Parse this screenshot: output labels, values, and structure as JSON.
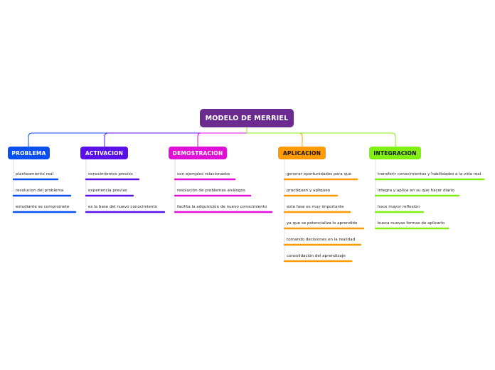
{
  "root": {
    "label": "MODELO DE MERRIEL",
    "color": "#6b2a8f"
  },
  "branches": [
    {
      "key": "problema",
      "label": "PROBLEMA",
      "color": "#0a4ff0",
      "items": [
        "planteamiento real",
        "resolucion del problema",
        "estudiante se compromete"
      ]
    },
    {
      "key": "activacion",
      "label": "ACTIVACION",
      "color": "#5a10e8",
      "items": [
        "conocimientos previos",
        "experiencia previas",
        "es la base del nuevo conocimiento"
      ]
    },
    {
      "key": "demostracion",
      "label": "DEMOSTRACION",
      "color": "#e010d8",
      "items": [
        "con ejemplos relacionados",
        "resolución de problemas análogos",
        "facilita la adquisición de nuevo conocimiento"
      ]
    },
    {
      "key": "aplicacion",
      "label": "APLICACION",
      "color": "#ff9a00",
      "items": [
        "generar oportunidades para que",
        "practiquen y apliquen",
        "esta fase es muy importante",
        "ya que se potencializa lo aprendido",
        "tomando decisiones en la realidad",
        "consolidación del aprendizaje"
      ]
    },
    {
      "key": "integracion",
      "label": "INTEGRACION",
      "color": "#80f010",
      "items": [
        "transferir conocimientos y habilidades a la vida real",
        "integra y aplica en su que hacer diario",
        "hace mayor reflexión",
        "busca nuevas formas de aplicarlo"
      ]
    }
  ]
}
